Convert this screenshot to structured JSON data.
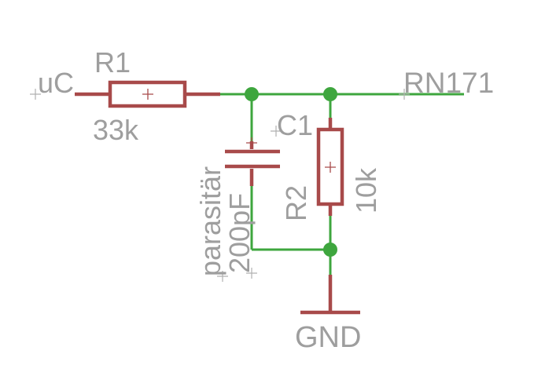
{
  "nets": {
    "input_label": "uC",
    "output_label": "RN171",
    "ground_label": "GND"
  },
  "components": {
    "r1": {
      "name": "R1",
      "value": "33k"
    },
    "r2": {
      "name": "R2",
      "value": "10k"
    },
    "c1": {
      "name": "C1",
      "value": "200pF",
      "note": "parasitär"
    }
  },
  "colors": {
    "wire": "#3ea63e",
    "component": "#a84a4a",
    "label": "#9e9e9e",
    "background": "#ffffff"
  }
}
